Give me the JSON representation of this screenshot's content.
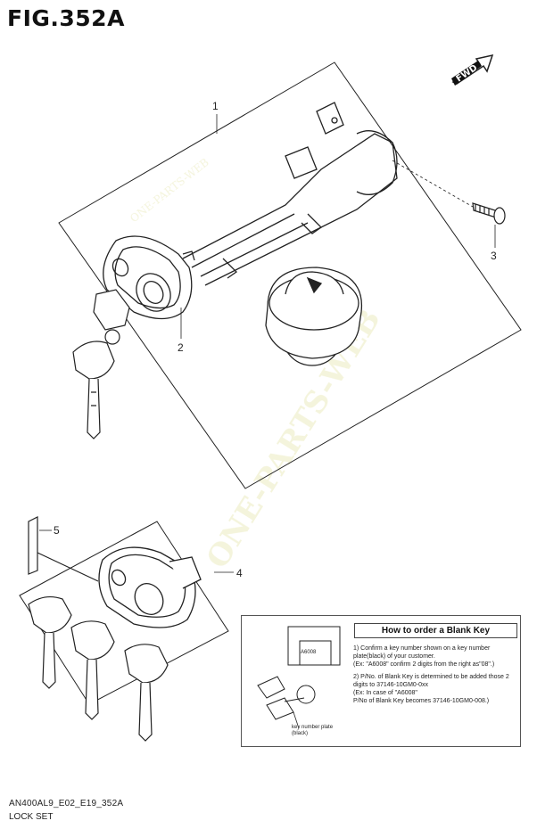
{
  "figure": {
    "title": "FIG.352A",
    "fwd_label": "FWD",
    "model_code": "AN400AL9_E02_E19_352A",
    "part_group_name": "LOCK SET"
  },
  "callouts": [
    "1",
    "2",
    "3",
    "4",
    "5"
  ],
  "blank_key_info": {
    "header": "How to order a Blank Key",
    "note_1": "1) Confirm a key number shown on a key number plate(black) of your customer.",
    "note_1_example": "(Ex: \"A6008\" confirm 2 digits from the right as\"08\".)",
    "note_2": "2) P/No. of Blank Key is determined to be added those 2 digits to 37146-10GM0-0xx",
    "note_2_example": "(Ex: In case of \"A6008\"",
    "note_2_result": "P/No of Blank Key becomes 37146-10GM0-008.)",
    "plate_text": "A6008",
    "plate_caption_line1": "key number plate",
    "plate_caption_line2": "(black)"
  },
  "colors": {
    "line": "#222222",
    "watermark": "#f1f1d2"
  }
}
